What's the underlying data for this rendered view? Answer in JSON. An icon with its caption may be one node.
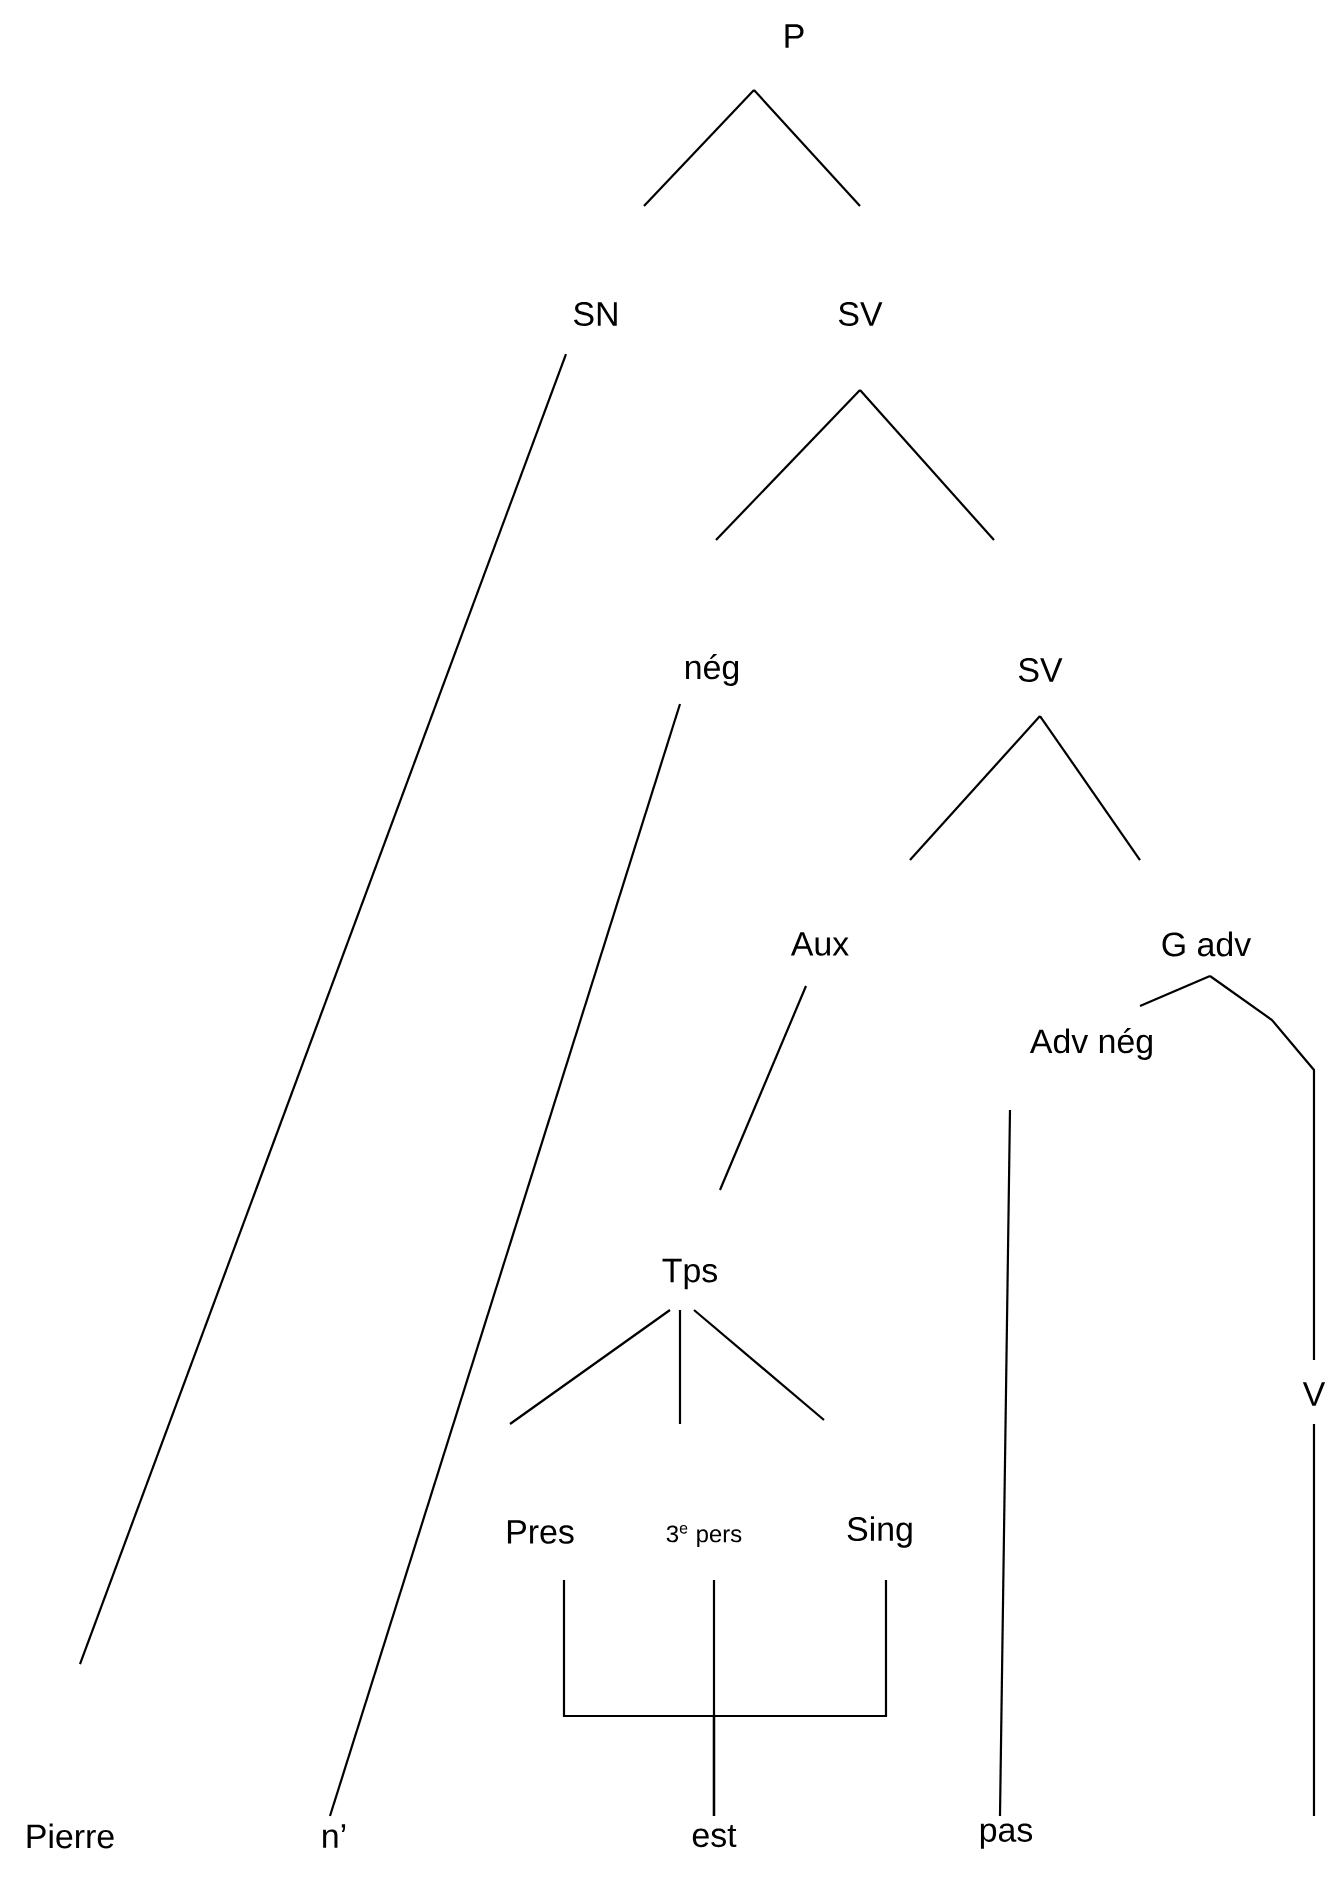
{
  "diagram": {
    "nodes": [
      {
        "text": [
          "P"
        ]
      },
      {
        "text": [
          "SN"
        ]
      },
      {
        "text": [
          "SV"
        ]
      },
      {
        "text": [
          "nég"
        ]
      },
      {
        "text": [
          "SV"
        ]
      },
      {
        "text": [
          "Aux"
        ]
      },
      {
        "text": [
          "G adv"
        ]
      },
      {
        "text": [
          "Adv nég"
        ]
      },
      {
        "text": [
          "Tps"
        ]
      },
      {
        "text": [
          "Pres"
        ]
      },
      {
        "text": [
          "3$^{e}$ pers"
        ]
      },
      {
        "text": [
          "Sing"
        ]
      },
      {
        "text": [
          "V"
        ]
      },
      {
        "text": [
          "Pierre"
        ]
      },
      {
        "text": [
          "n’"
        ]
      },
      {
        "text": [
          "est"
        ]
      },
      {
        "text": [
          "pas"
        ]
      }
    ],
    "edges": [
      {
        "from": 0,
        "to": 1,
        "arrow": "none"
      },
      {
        "from": 0,
        "to": 2,
        "arrow": "none"
      },
      {
        "from": 2,
        "to": 3,
        "arrow": "none"
      },
      {
        "from": 2,
        "to": 4,
        "arrow": "none"
      },
      {
        "from": 4,
        "to": 5,
        "arrow": "none"
      },
      {
        "from": 4,
        "to": 6,
        "arrow": "none"
      },
      {
        "from": 6,
        "to": 7,
        "arrow": "none"
      },
      {
        "from": 6,
        "to": 12,
        "arrow": "none"
      },
      {
        "from": 12,
        "to": null,
        "arrow": "none"
      },
      {
        "from": 1,
        "to": 13,
        "arrow": "none"
      },
      {
        "from": 3,
        "to": 14,
        "arrow": "none"
      },
      {
        "from": 5,
        "to": 8,
        "arrow": "none"
      },
      {
        "from": 8,
        "to": 9,
        "arrow": "none"
      },
      {
        "from": 8,
        "to": 10,
        "arrow": "none"
      },
      {
        "from": 8,
        "to": 11,
        "arrow": "none"
      },
      {
        "from": 9,
        "to": 15,
        "arrow": "none"
      },
      {
        "from": 10,
        "to": 15,
        "arrow": "none"
      },
      {
        "from": 11,
        "to": 15,
        "arrow": "none"
      },
      {
        "from": 7,
        "to": 16,
        "arrow": "none"
      }
    ]
  }
}
